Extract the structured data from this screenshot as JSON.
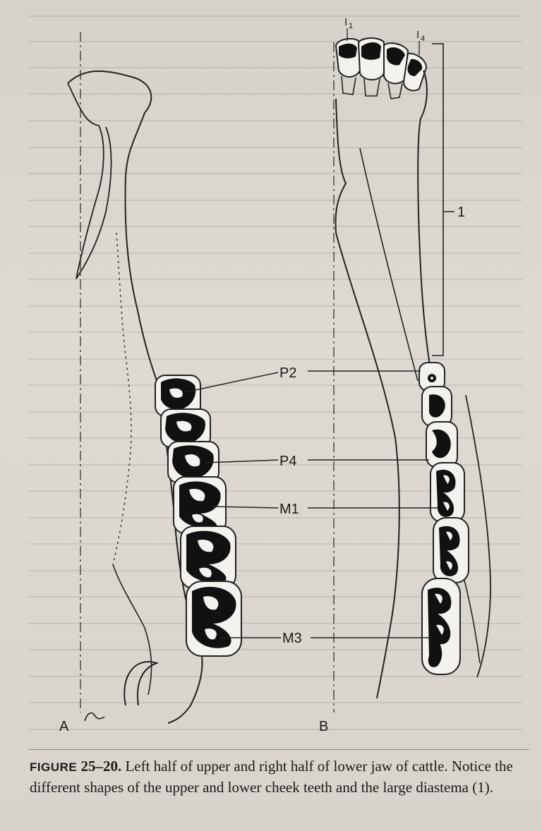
{
  "figure": {
    "panel_labels": {
      "left": "A",
      "right": "B"
    },
    "tooth_labels": [
      "P2",
      "P4",
      "M1",
      "M3"
    ],
    "incisor_labels": {
      "first": "I",
      "first_sub": "1",
      "last": "I",
      "last_sub": "4"
    },
    "diastema_label": "1"
  },
  "caption": {
    "label": "FIGURE",
    "number": "25–20.",
    "text": "Left half of upper and right half of lower jaw of cattle. Notice the different shapes of the upper and lower cheek teeth and the large diastema (1)."
  }
}
